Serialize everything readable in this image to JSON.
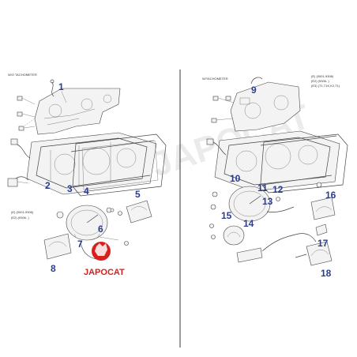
{
  "left_panel": {
    "section_label": "W/O TACHOMETER",
    "variant_1": "(E) (0001-9306)",
    "variant_2": "(E2) (9306-      )",
    "callouts": [
      "1",
      "2",
      "3",
      "4",
      "5",
      "6",
      "7",
      "8"
    ]
  },
  "right_panel": {
    "section_label": "W/TACHOMETER",
    "variant_1": "(E) (0001-9306)",
    "variant_2": "(E2) (9306-      )",
    "variant_3": "(E3) (T1,T1K,K2,T1)",
    "callouts": [
      "9",
      "10",
      "11",
      "12",
      "13",
      "14",
      "15",
      "16",
      "17",
      "18"
    ]
  },
  "watermark": "JAPOCAT",
  "logo": {
    "text": "JAPOCAT",
    "color": "#d62020"
  },
  "colors": {
    "callout": "#2b3d8f",
    "divider": "#222222",
    "logo_red": "#d62020"
  }
}
